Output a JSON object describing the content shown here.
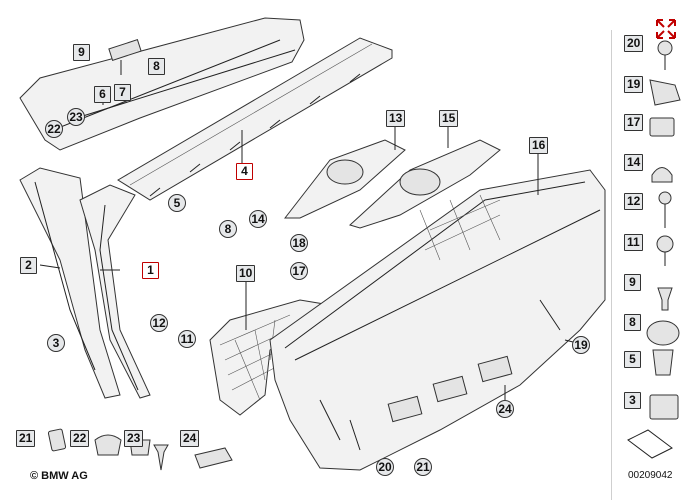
{
  "diagram": {
    "copyright": "© BMW AG",
    "part_number": "00209042",
    "main_labels": {
      "l1": "1",
      "l2": "2",
      "l3": "3",
      "l4": "4",
      "l5": "5",
      "l6": "6",
      "l7": "7",
      "l8a": "8",
      "l8b": "8",
      "l9": "9",
      "l10": "10",
      "l11": "11",
      "l12": "12",
      "l13": "13",
      "l14": "14",
      "l15": "15",
      "l16": "16",
      "l17": "17",
      "l18": "18",
      "l19": "19",
      "l20": "20",
      "l21": "21",
      "l22": "22",
      "l23": "23",
      "l24": "24",
      "b21": "21",
      "b22": "22",
      "b23": "23",
      "b24": "24"
    },
    "side_labels": [
      "20",
      "19",
      "17",
      "14",
      "12",
      "11",
      "9",
      "8",
      "5",
      "3"
    ],
    "colors": {
      "highlight": "#c00000",
      "label_fill": "#e6e8ea",
      "line": "#222222"
    },
    "expand_icon": "expand-arrows-icon"
  }
}
